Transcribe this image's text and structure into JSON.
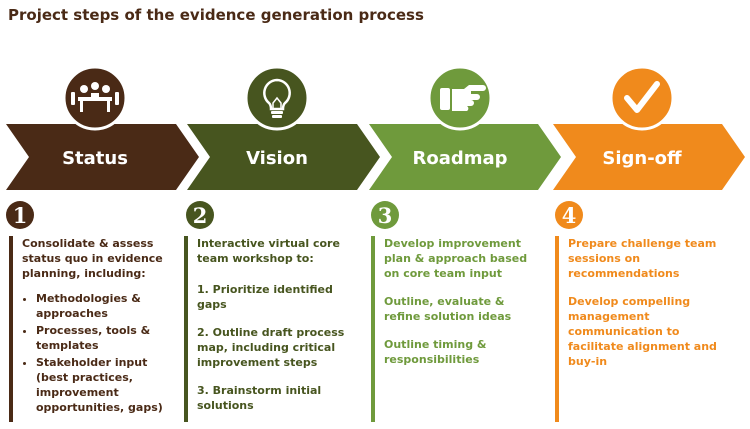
{
  "title": "Project steps of the evidence generation process",
  "colors": {
    "status": "#4a2a16",
    "vision": "#47551f",
    "roadmap": "#6f9a3c",
    "signoff": "#f08a1c"
  },
  "stages": [
    {
      "label": "Status",
      "number": "1",
      "icon": "meeting-table-icon"
    },
    {
      "label": "Vision",
      "number": "2",
      "icon": "lightbulb-icon"
    },
    {
      "label": "Roadmap",
      "number": "3",
      "icon": "pointing-hand-icon"
    },
    {
      "label": "Sign-off",
      "number": "4",
      "icon": "checkmark-icon"
    }
  ],
  "columns": {
    "status": {
      "intro": "Consolidate & assess status quo in evidence planning, including:",
      "bullets": [
        "Methodologies & approaches",
        "Processes, tools & templates",
        "Stakeholder input (best practices, improvement opportunities, gaps)"
      ]
    },
    "vision": {
      "intro": "Interactive virtual core team workshop to:",
      "steps": [
        "1. Prioritize identified gaps",
        "2. Outline draft process map, including critical improvement steps",
        "3. Brainstorm initial solutions"
      ]
    },
    "roadmap": {
      "items": [
        "Develop improvement plan & approach based on core team input",
        "Outline, evaluate & refine solution ideas",
        "Outline timing & responsibilities"
      ]
    },
    "signoff": {
      "items": [
        "Prepare challenge team sessions on recommendations",
        "Develop compelling management communication to facilitate alignment and buy-in"
      ]
    }
  }
}
